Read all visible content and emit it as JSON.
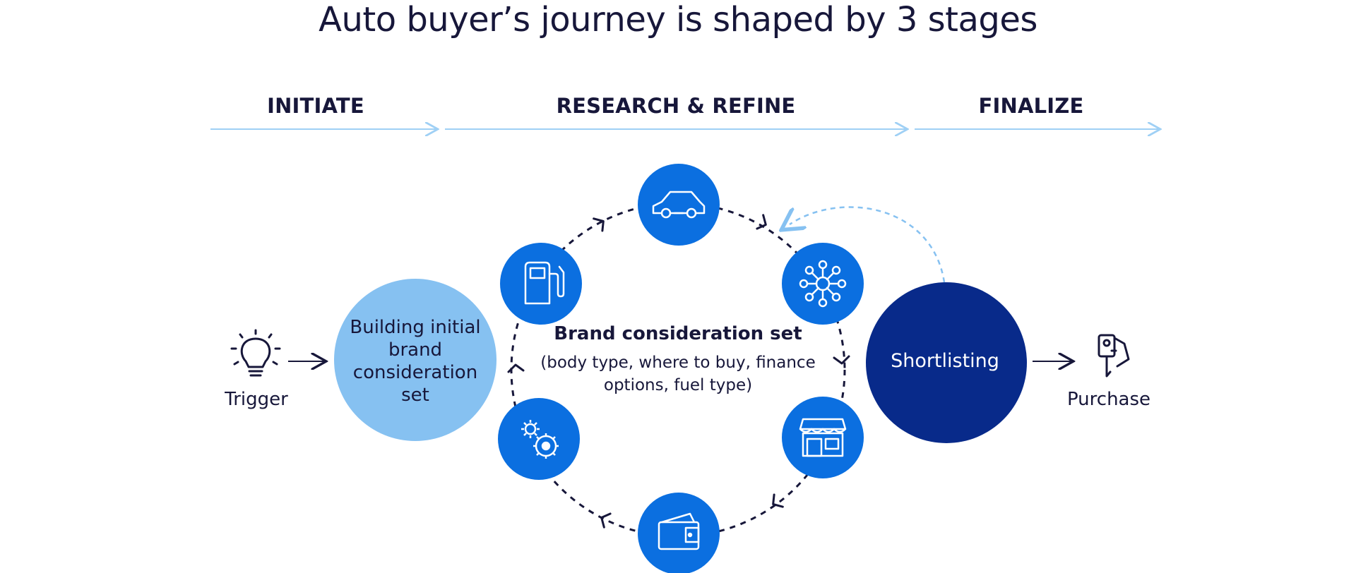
{
  "title": "Auto buyer’s journey is shaped by 3 stages",
  "stages": [
    {
      "label": "INITIATE"
    },
    {
      "label": "RESEARCH & REFINE"
    },
    {
      "label": "FINALIZE"
    }
  ],
  "nodes": {
    "trigger": {
      "label": "Trigger",
      "icon": "lightbulb-icon"
    },
    "building": {
      "label": "Building initial brand consideration set"
    },
    "center": {
      "title": "Brand consideration set",
      "subtitle": "(body type, where to buy, finance options, fuel type)"
    },
    "shortlisting": {
      "label": "Shortlisting"
    },
    "purchase": {
      "label": "Purchase",
      "icon": "car-key-icon"
    }
  },
  "cycle_icons": [
    "car-icon",
    "network-icon",
    "storefront-icon",
    "wallet-icon",
    "gears-icon",
    "fuel-pump-icon"
  ],
  "colors": {
    "title": "#17173a",
    "stage_line": "#9fd0f5",
    "light_circle": "#86c1f1",
    "mid_circle": "#0b6fe0",
    "dark_circle": "#082a8a",
    "dash": "#17173a",
    "return_dash": "#86c1f1"
  }
}
